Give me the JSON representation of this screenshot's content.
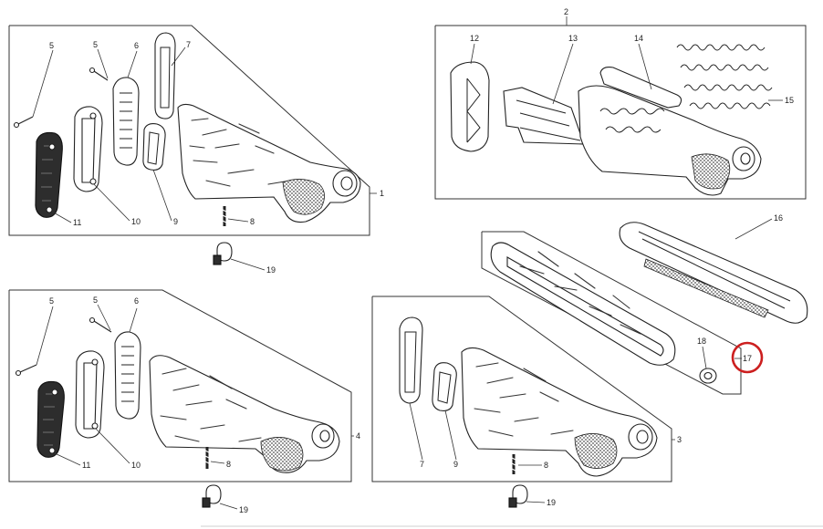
{
  "callouts": {
    "n1": "1",
    "n2": "2",
    "n3": "3",
    "n4": "4",
    "n5a": "5",
    "n5b": "5",
    "n5c": "5",
    "n5d": "5",
    "n6a": "6",
    "n6b": "6",
    "n7a": "7",
    "n7b": "7",
    "n8a": "8",
    "n8b": "8",
    "n8c": "8",
    "n9a": "9",
    "n9b": "9",
    "n10a": "10",
    "n10b": "10",
    "n11a": "11",
    "n11b": "11",
    "n12": "12",
    "n13": "13",
    "n14": "14",
    "n15": "15",
    "n16": "16",
    "n17": "17",
    "n18": "18",
    "n19a": "19",
    "n19b": "19",
    "n19c": "19"
  },
  "highlight": {
    "target": "17",
    "color": "#cc1f1f"
  }
}
